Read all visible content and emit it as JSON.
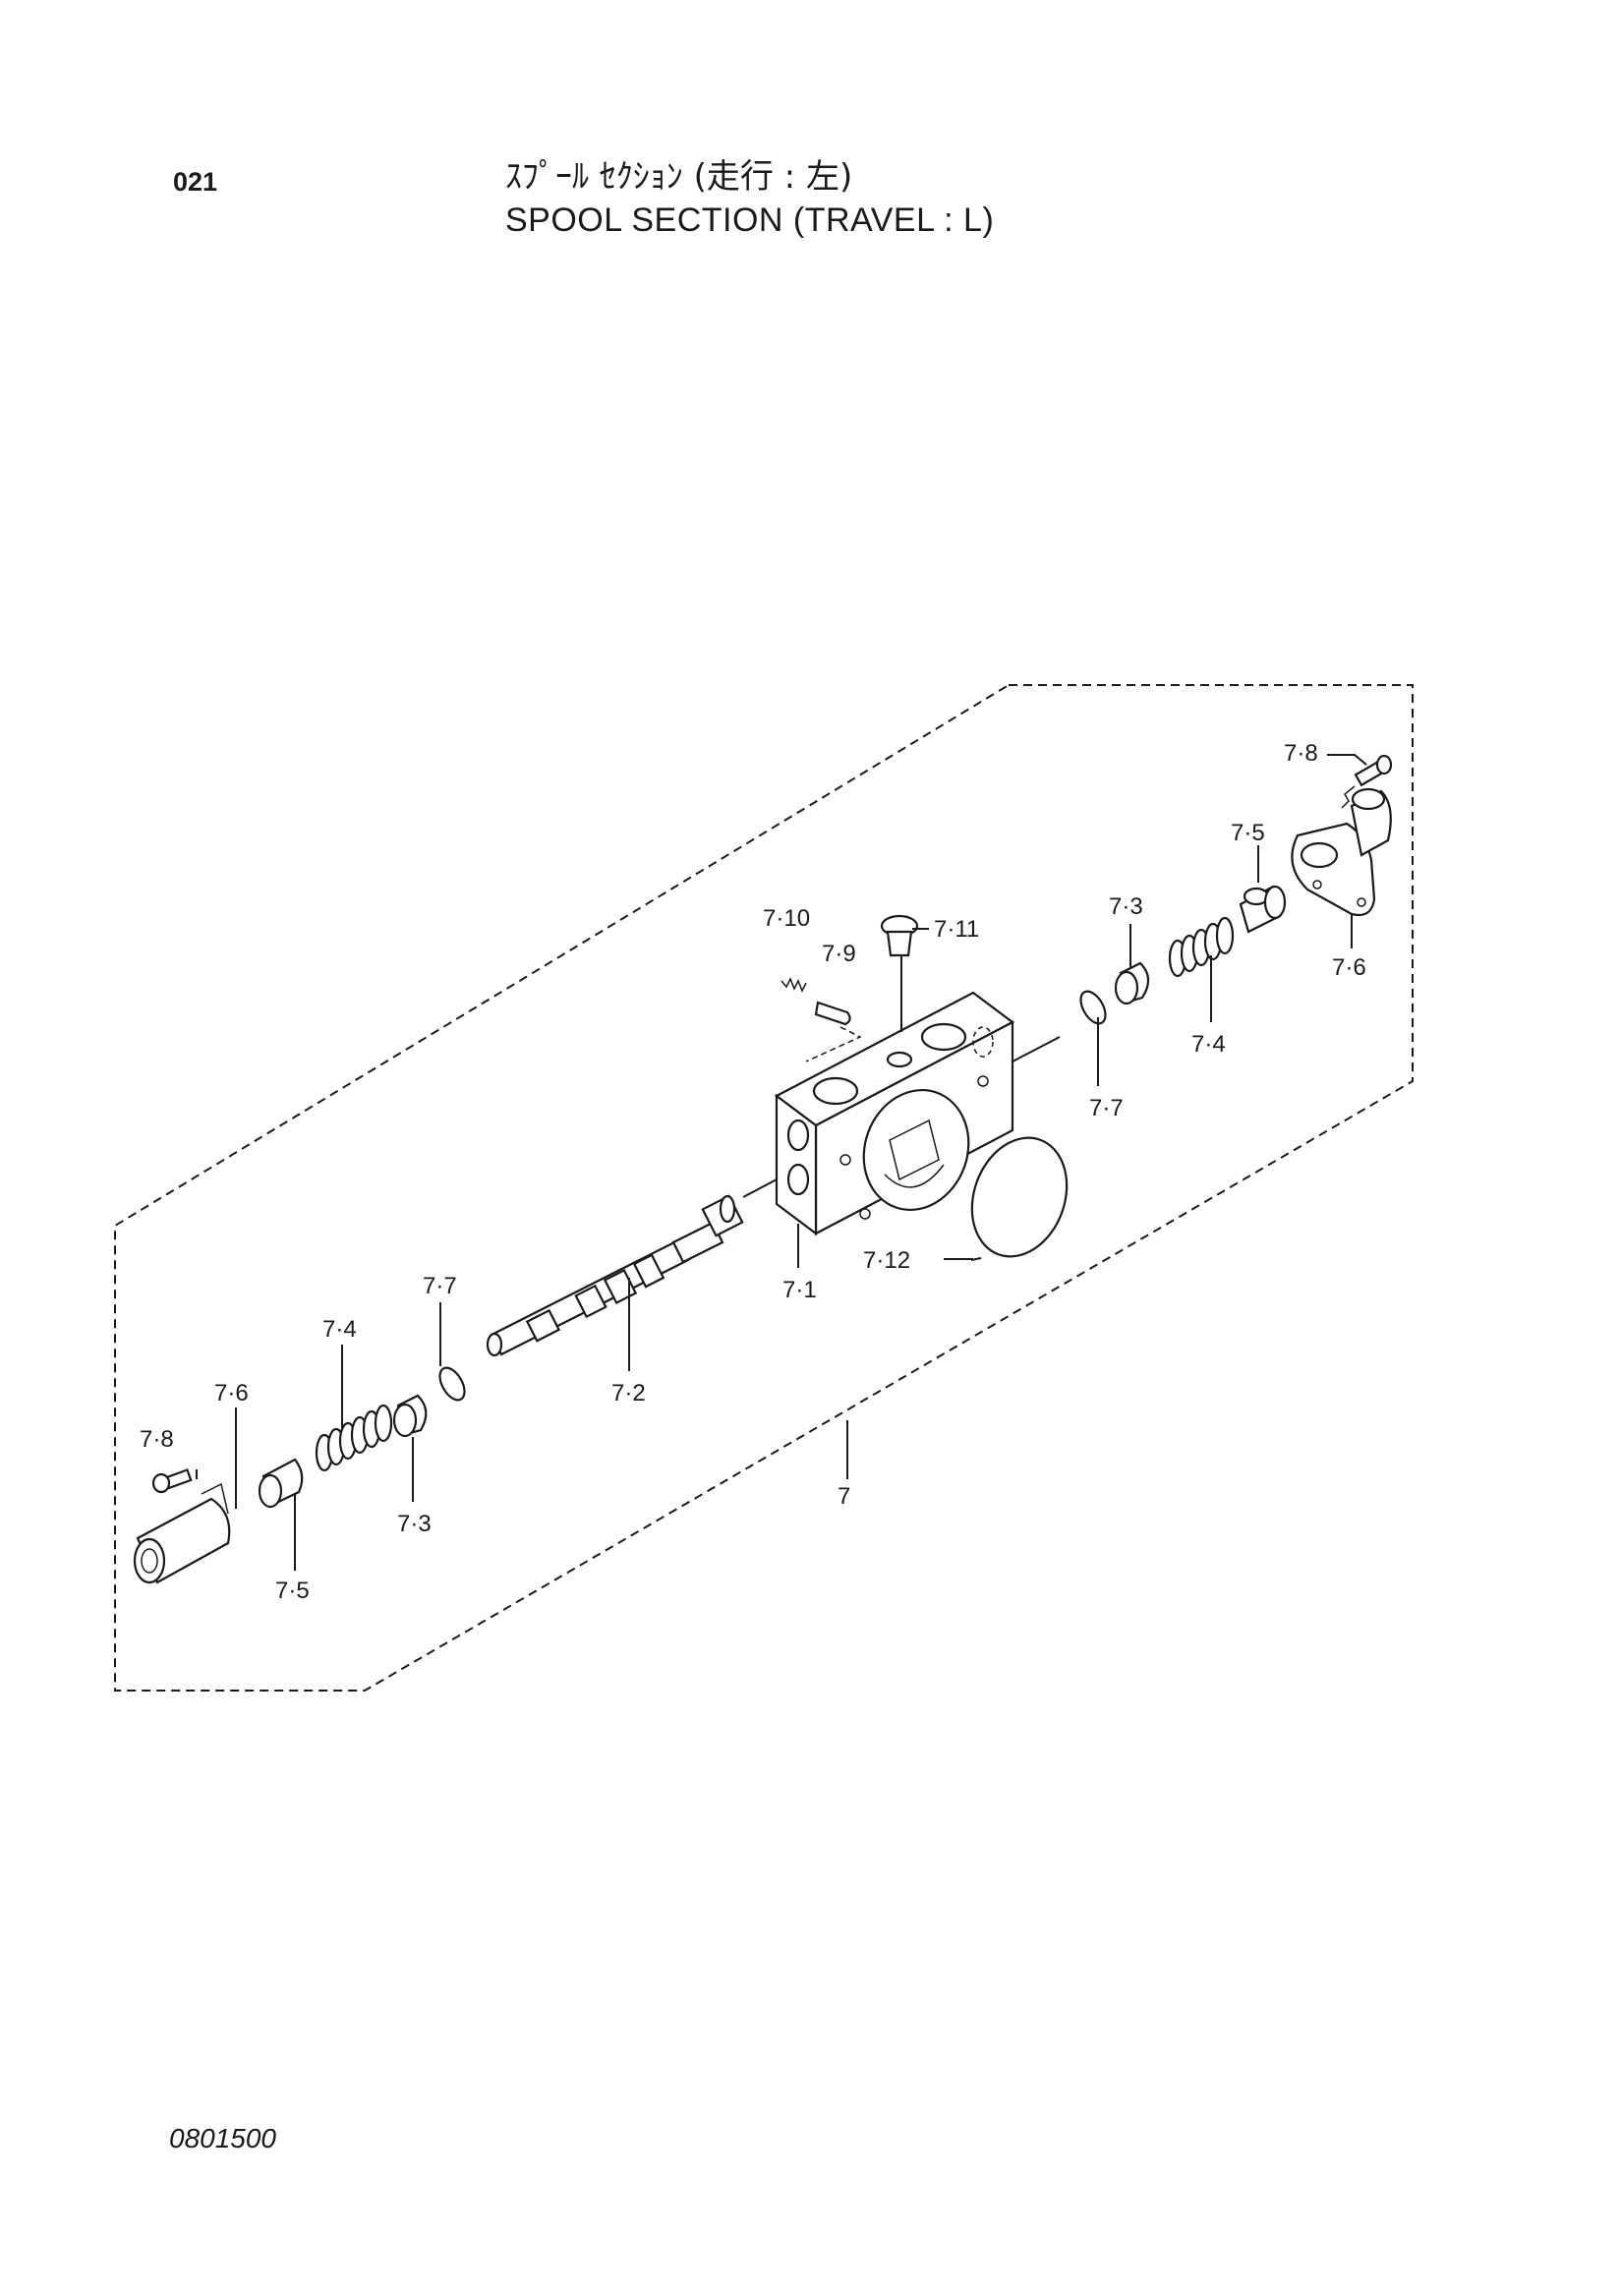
{
  "header": {
    "page_code": "021",
    "title_jp": "ｽﾌﾟｰﾙ ｾｸｼｮﾝ (走行 : 左)",
    "title_en": "SPOOL SECTION (TRAVEL : L)"
  },
  "callouts": {
    "c7_8_top": "7·8",
    "c7_5_top": "7·5",
    "c7_6_top": "7·6",
    "c7_3_top": "7·3",
    "c7_4_top": "7·4",
    "c7_7_top": "7·7",
    "c7_10": "7·10",
    "c7_9": "7·9",
    "c7_11": "7·11",
    "c7_12": "7·12",
    "c7_1": "7·1",
    "c7_2": "7·2",
    "c7_7_bot": "7·7",
    "c7_4_bot": "7·4",
    "c7_6_bot": "7·6",
    "c7_8_bot": "7·8",
    "c7_3_bot": "7·3",
    "c7_5_bot": "7·5",
    "c7": "7"
  },
  "footer": {
    "figure_number": "0801500"
  }
}
